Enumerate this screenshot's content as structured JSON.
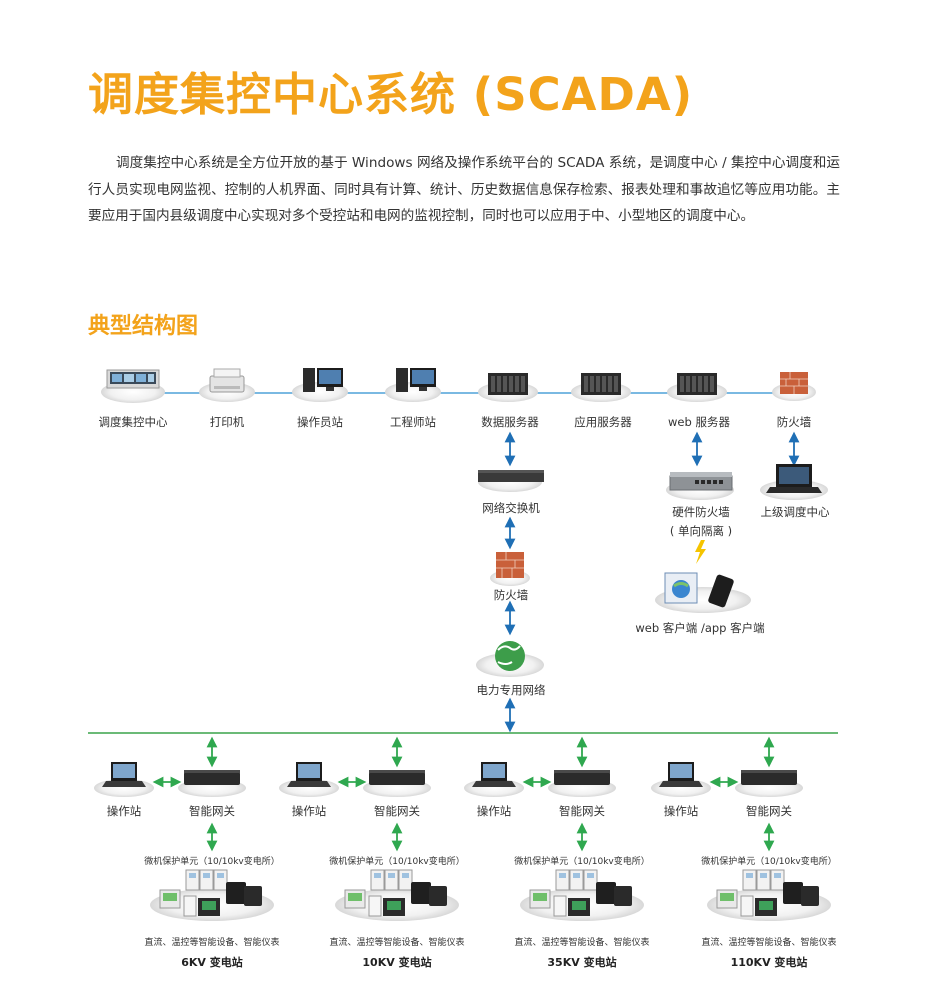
{
  "title": "调度集控中心系统 (SCADA)",
  "intro": "调度集控中心系统是全方位开放的基于 Windows 网络及操作系统平台的 SCADA 系统，是调度中心 / 集控中心调度和运行人员实现电网监视、控制的人机界面、同时具有计算、统计、历史数据信息保存检索、报表处理和事故追忆等应用功能。主要应用于国内县级调度中心实现对多个受控站和电网的监视控制，同时也可以应用于中、小型地区的调度中心。",
  "subtitle": "典型结构图",
  "top_row": [
    {
      "label": "调度集控中心",
      "icon": "dispatch-screen-icon"
    },
    {
      "label": "打印机",
      "icon": "printer-icon"
    },
    {
      "label": "操作员站",
      "icon": "workstation-icon"
    },
    {
      "label": "工程师站",
      "icon": "workstation-icon"
    },
    {
      "label": "数据服务器",
      "icon": "server-icon"
    },
    {
      "label": "应用服务器",
      "icon": "server-icon"
    },
    {
      "label": "web 服务器",
      "icon": "server-icon"
    },
    {
      "label": "防火墙",
      "icon": "firewall-icon"
    }
  ],
  "middle": {
    "switch_label": "网络交换机",
    "firewall_label": "防火墙",
    "network_label": "电力专用网络",
    "hw_firewall_label_1": "硬件防火墙",
    "hw_firewall_label_2": "( 单向隔离 )",
    "upper_dispatch_label": "上级调度中心",
    "client_label": "web 客户端 /app 客户端"
  },
  "stations": [
    {
      "operator": "操作站",
      "gateway": "智能网关",
      "protection": "微机保护单元（10/10kv变电所）",
      "devices": "直流、温控等智能设备、智能仪表",
      "name": "6KV 变电站"
    },
    {
      "operator": "操作站",
      "gateway": "智能网关",
      "protection": "微机保护单元（10/10kv变电所）",
      "devices": "直流、温控等智能设备、智能仪表",
      "name": "10KV 变电站"
    },
    {
      "operator": "操作站",
      "gateway": "智能网关",
      "protection": "微机保护单元（10/10kv变电所）",
      "devices": "直流、温控等智能设备、智能仪表",
      "name": "35KV 变电站"
    },
    {
      "operator": "操作站",
      "gateway": "智能网关",
      "protection": "微机保护单元（10/10kv变电所）",
      "devices": "直流、温控等智能设备、智能仪表",
      "name": "110KV 变电站"
    }
  ],
  "colors": {
    "accent": "#f3a31b",
    "bus_line": "#2a8fd0",
    "arrow_blue": "#1f6fb5",
    "arrow_green": "#2fa84f",
    "bottom_bus": "#3aa44a"
  }
}
